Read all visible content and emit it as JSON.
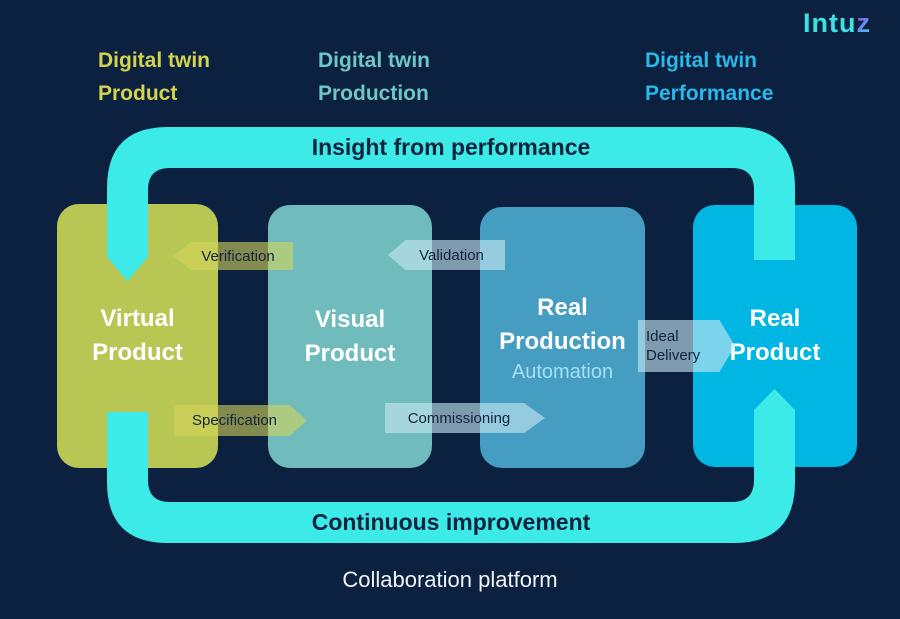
{
  "page": {
    "background_color": "#0c2040",
    "footer_label": "Collaboration platform"
  },
  "logo": {
    "prefix": "Intu",
    "suffix": "z",
    "primary_color": "#3ce2e2",
    "accent_color": "#8b46f0"
  },
  "headings": {
    "product": {
      "line1": "Digital twin",
      "line2": "Product",
      "color": "#d3d44e"
    },
    "production": {
      "line1": "Digital twin",
      "line2": "Production",
      "color": "#70c5c7"
    },
    "performance": {
      "line1": "Digital twin",
      "line2": "Performance",
      "color": "#2ab8e8"
    }
  },
  "loop": {
    "color": "#3ceae8",
    "text_color": "#12233e",
    "insight_label": "Insight from performance",
    "improvement_label": "Continuous improvement"
  },
  "boxes": {
    "virtual_product": {
      "line1": "Virtual",
      "line2": "Product",
      "color": "#b8c653"
    },
    "visual_product": {
      "line1": "Visual",
      "line2": "Product",
      "color": "#70bcbd"
    },
    "real_production": {
      "line1": "Real",
      "line2": "Production",
      "subtitle": "Automation",
      "color": "#459dc1"
    },
    "real_product": {
      "line1": "Real",
      "line2": "Product",
      "color": "#00b6e3"
    }
  },
  "tags": {
    "verification": {
      "label": "Verification",
      "direction": "left",
      "theme_color": "#d3d658"
    },
    "validation": {
      "label": "Validation",
      "direction": "left",
      "theme_color": "#c6e6f2"
    },
    "specification": {
      "label": "Specification",
      "direction": "right",
      "theme_color": "#d3d658"
    },
    "commissioning": {
      "label": "Commissioning",
      "direction": "right",
      "theme_color": "#c6e6f2"
    },
    "ideal_delivery": {
      "line1": "Ideal",
      "line2": "Delivery",
      "direction": "right",
      "theme_color": "#c6e6f2"
    }
  }
}
